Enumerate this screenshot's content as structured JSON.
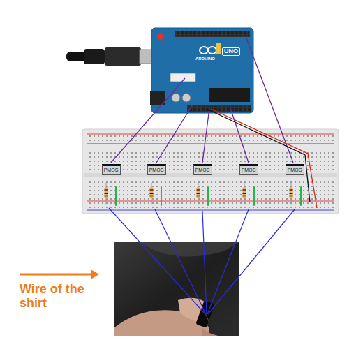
{
  "diagram": {
    "nodes": [
      {
        "text": [
          "PMOS"
        ]
      },
      {
        "text": [
          "PMOS"
        ]
      },
      {
        "text": [
          "PMOS"
        ]
      },
      {
        "text": [
          "PMOS"
        ]
      },
      {
        "text": [
          "PMOS"
        ]
      }
    ],
    "labels": [
      "UNO",
      "ARDUINO",
      "Wire of the shirt"
    ]
  }
}
